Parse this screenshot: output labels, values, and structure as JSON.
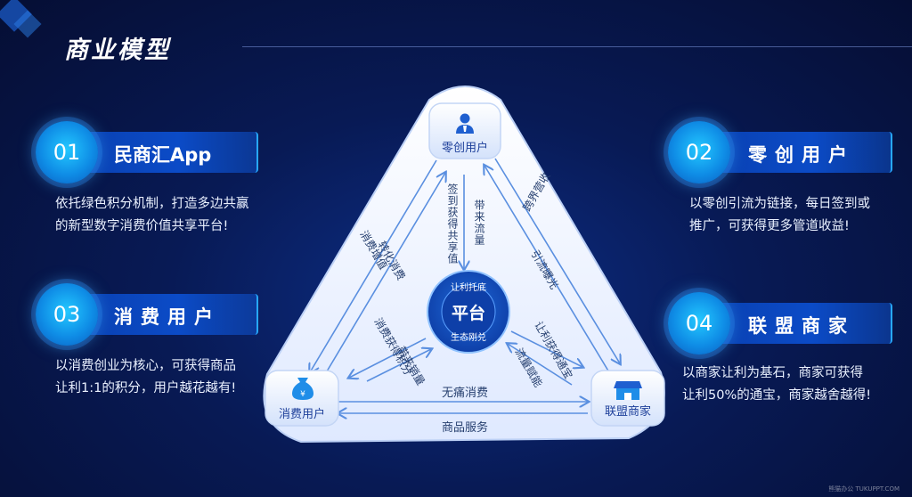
{
  "page_title": "商业模型",
  "cards": [
    {
      "num": "01",
      "title": "民商汇App",
      "desc_line1": "依托绿色积分机制，打造多边共赢",
      "desc_line2": "的新型数字消费价值共享平台!"
    },
    {
      "num": "02",
      "title": "零创用户",
      "desc_line1": "以零创引流为链接，每日签到或",
      "desc_line2": "推广，可获得更多管道收益!"
    },
    {
      "num": "03",
      "title": "消费用户",
      "desc_line1": "以消费创业为核心，可获得商品",
      "desc_line2": "让利1:1的积分，用户越花越有!"
    },
    {
      "num": "04",
      "title": "联盟商家",
      "desc_line1": "以商家让利为基石，商家可获得",
      "desc_line2": "让利50%的通宝，商家越舍越得!"
    }
  ],
  "diagram": {
    "nodes": {
      "top": "零创用户",
      "left": "消费用户",
      "right": "联盟商家"
    },
    "center": {
      "title": "平台",
      "top_text": "让利托底",
      "bottom_text": "生态刚兑"
    },
    "labels": {
      "top_center_left": "签到获得共享值",
      "top_center_right": "带来流量",
      "left_edge_a": "转化消费",
      "left_edge_b": "消费增值",
      "right_edge_a": "跨界营收",
      "right_edge_b": "引流曝光",
      "left_center_a": "消费获得积分",
      "left_center_b": "带来销量",
      "right_center_a": "让利获得通宝",
      "right_center_b": "流量赋能",
      "bottom_top": "无痛消费",
      "bottom_bottom": "商品服务"
    }
  },
  "icons": {
    "top": "user-tie-icon",
    "left": "yen-bag-icon",
    "right": "store-icon"
  },
  "colors": {
    "accent": "#1ea7ff",
    "bar": "#0b4bc7",
    "arrow": "#5a8fe0",
    "node_text": "#1d3f9a"
  },
  "watermark": "熊猫办公 TUKUPPT.COM"
}
